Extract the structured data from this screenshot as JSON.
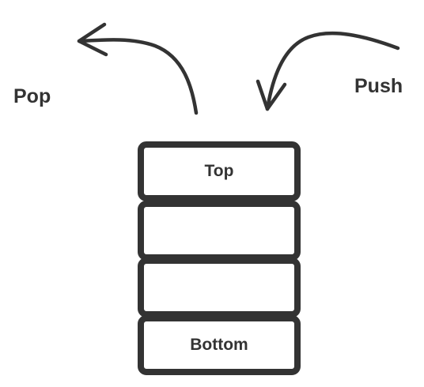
{
  "labels": {
    "pop": "Pop",
    "push": "Push"
  },
  "stack": {
    "boxes": [
      {
        "label": "Top"
      },
      {
        "label": ""
      },
      {
        "label": ""
      },
      {
        "label": "Bottom"
      }
    ]
  },
  "colors": {
    "ink": "#333333",
    "background": "#ffffff"
  }
}
